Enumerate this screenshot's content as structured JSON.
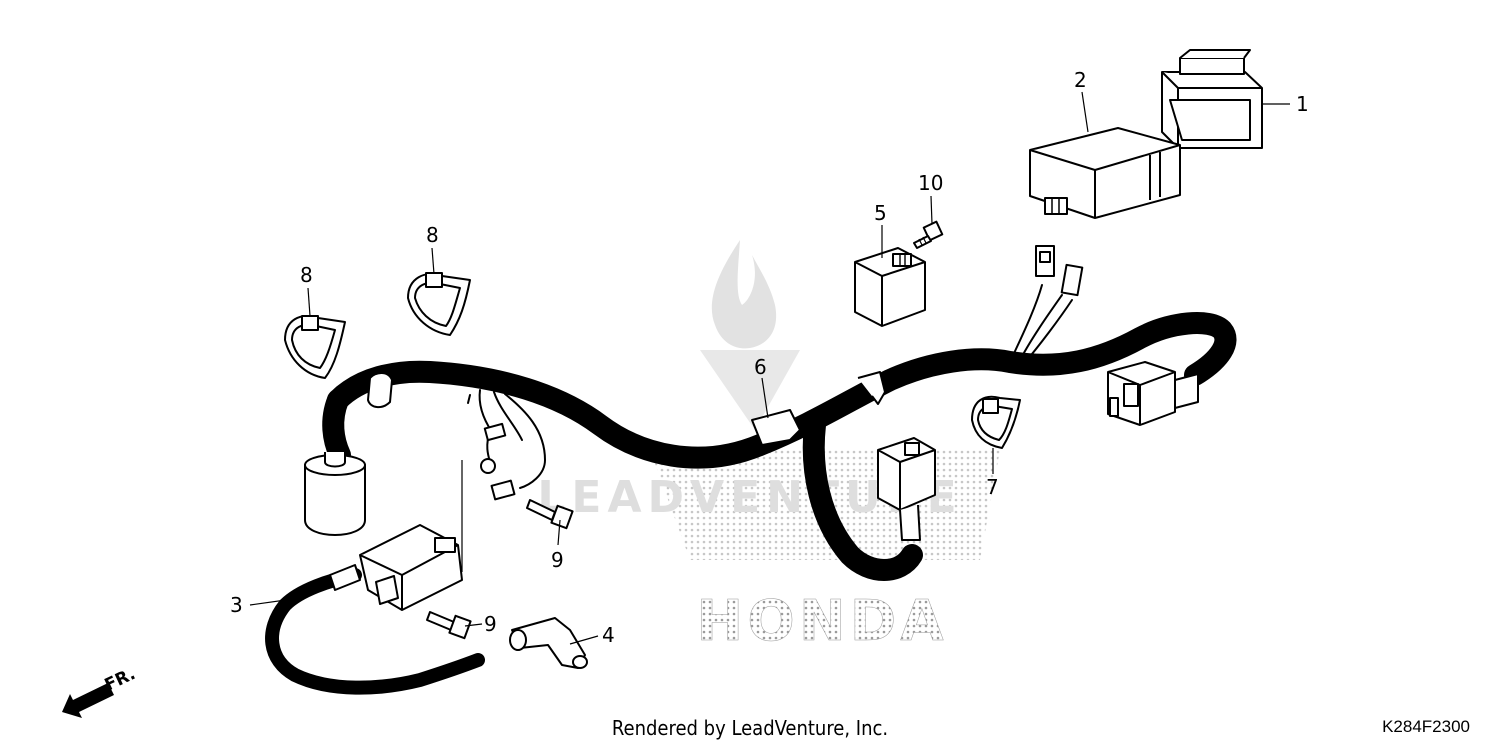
{
  "callouts": [
    "1",
    "2",
    "3",
    "4",
    "5",
    "6",
    "7",
    "8",
    "8",
    "9",
    "9",
    "10"
  ],
  "front_indicator": "FR.",
  "watermark": {
    "word_top": "LEADVENTURE",
    "word_bottom": "HONDA"
  },
  "footer": {
    "credit": "Rendered by LeadVenture, Inc.",
    "diagram_code": "K284F2300"
  },
  "colors": {
    "line": "#000000",
    "watermark": "#e2e2e2",
    "background": "#ffffff"
  }
}
